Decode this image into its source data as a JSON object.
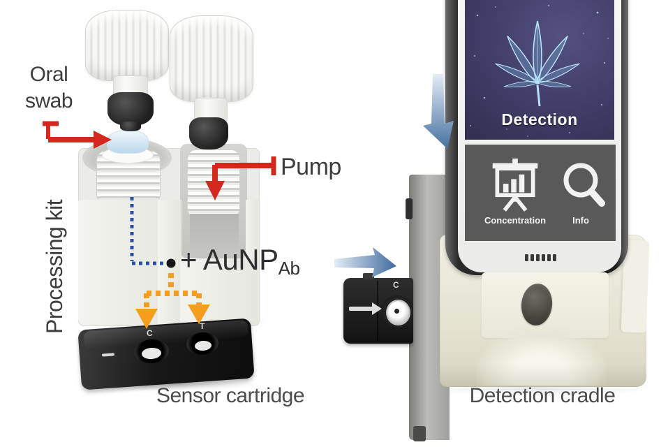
{
  "figure": {
    "left": {
      "oral_swab_label": "Oral swab",
      "processing_kit_label": "Processing kit",
      "pump_label": "Pump",
      "reagent_label": "+ AuNP",
      "reagent_subscript": "Ab",
      "sensor_cartridge_label": "Sensor cartridge",
      "cartridge_marks": {
        "control": "C",
        "test": "T"
      }
    },
    "right": {
      "phone_screen": {
        "detection_title": "Detection",
        "menu_items": [
          {
            "icon": "presentation-chart-icon",
            "label": "Concentration"
          },
          {
            "icon": "magnifier-icon",
            "label": "Info"
          }
        ]
      },
      "inserted_cartridge_mark": "C",
      "detection_cradle_label": "Detection cradle"
    },
    "colors": {
      "red_arrow": "#d3281e",
      "blue_dotted_line": "#2b52a3",
      "orange_dashed_arrow": "#f59d1e",
      "insertion_arrow_blue": "#4a76a8",
      "screen_navy": "#3e3b63",
      "leaf_blue": "#b9e2f6",
      "menu_gray": "#595959",
      "cradle_cream": "#edecdf"
    }
  }
}
